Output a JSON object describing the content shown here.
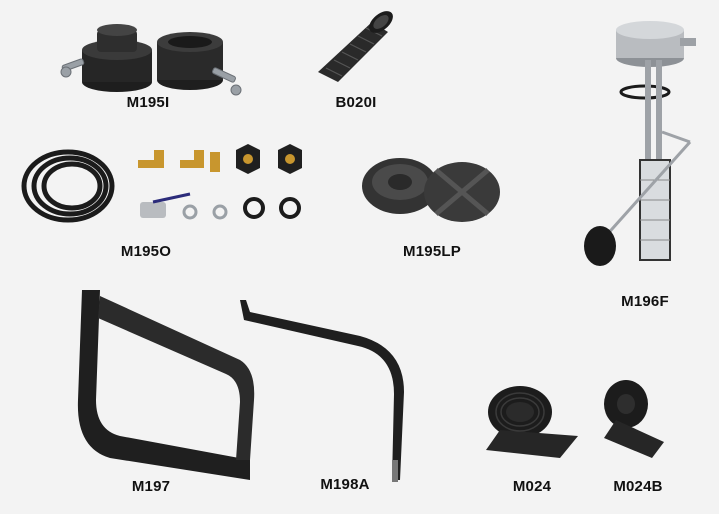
{
  "products": [
    {
      "code": "M195I",
      "icon": "fuel-cap-with-keys"
    },
    {
      "code": "B020I",
      "icon": "filler-neck-strainer"
    },
    {
      "code": "M196F",
      "icon": "fuel-level-sender"
    },
    {
      "code": "M195O",
      "icon": "fuel-line-fittings-kit"
    },
    {
      "code": "M195LP",
      "icon": "rubber-pads"
    },
    {
      "code": "M197",
      "icon": "tank-strap-frame"
    },
    {
      "code": "M198A",
      "icon": "tank-strap"
    },
    {
      "code": "M024",
      "icon": "rubber-strip-roll"
    },
    {
      "code": "M024B",
      "icon": "rubber-profile-roll"
    }
  ],
  "colors": {
    "background": "#f3f3f3",
    "rubber": "#2b2b2b",
    "metal": "#b9bcc0",
    "brass": "#c8962e"
  }
}
